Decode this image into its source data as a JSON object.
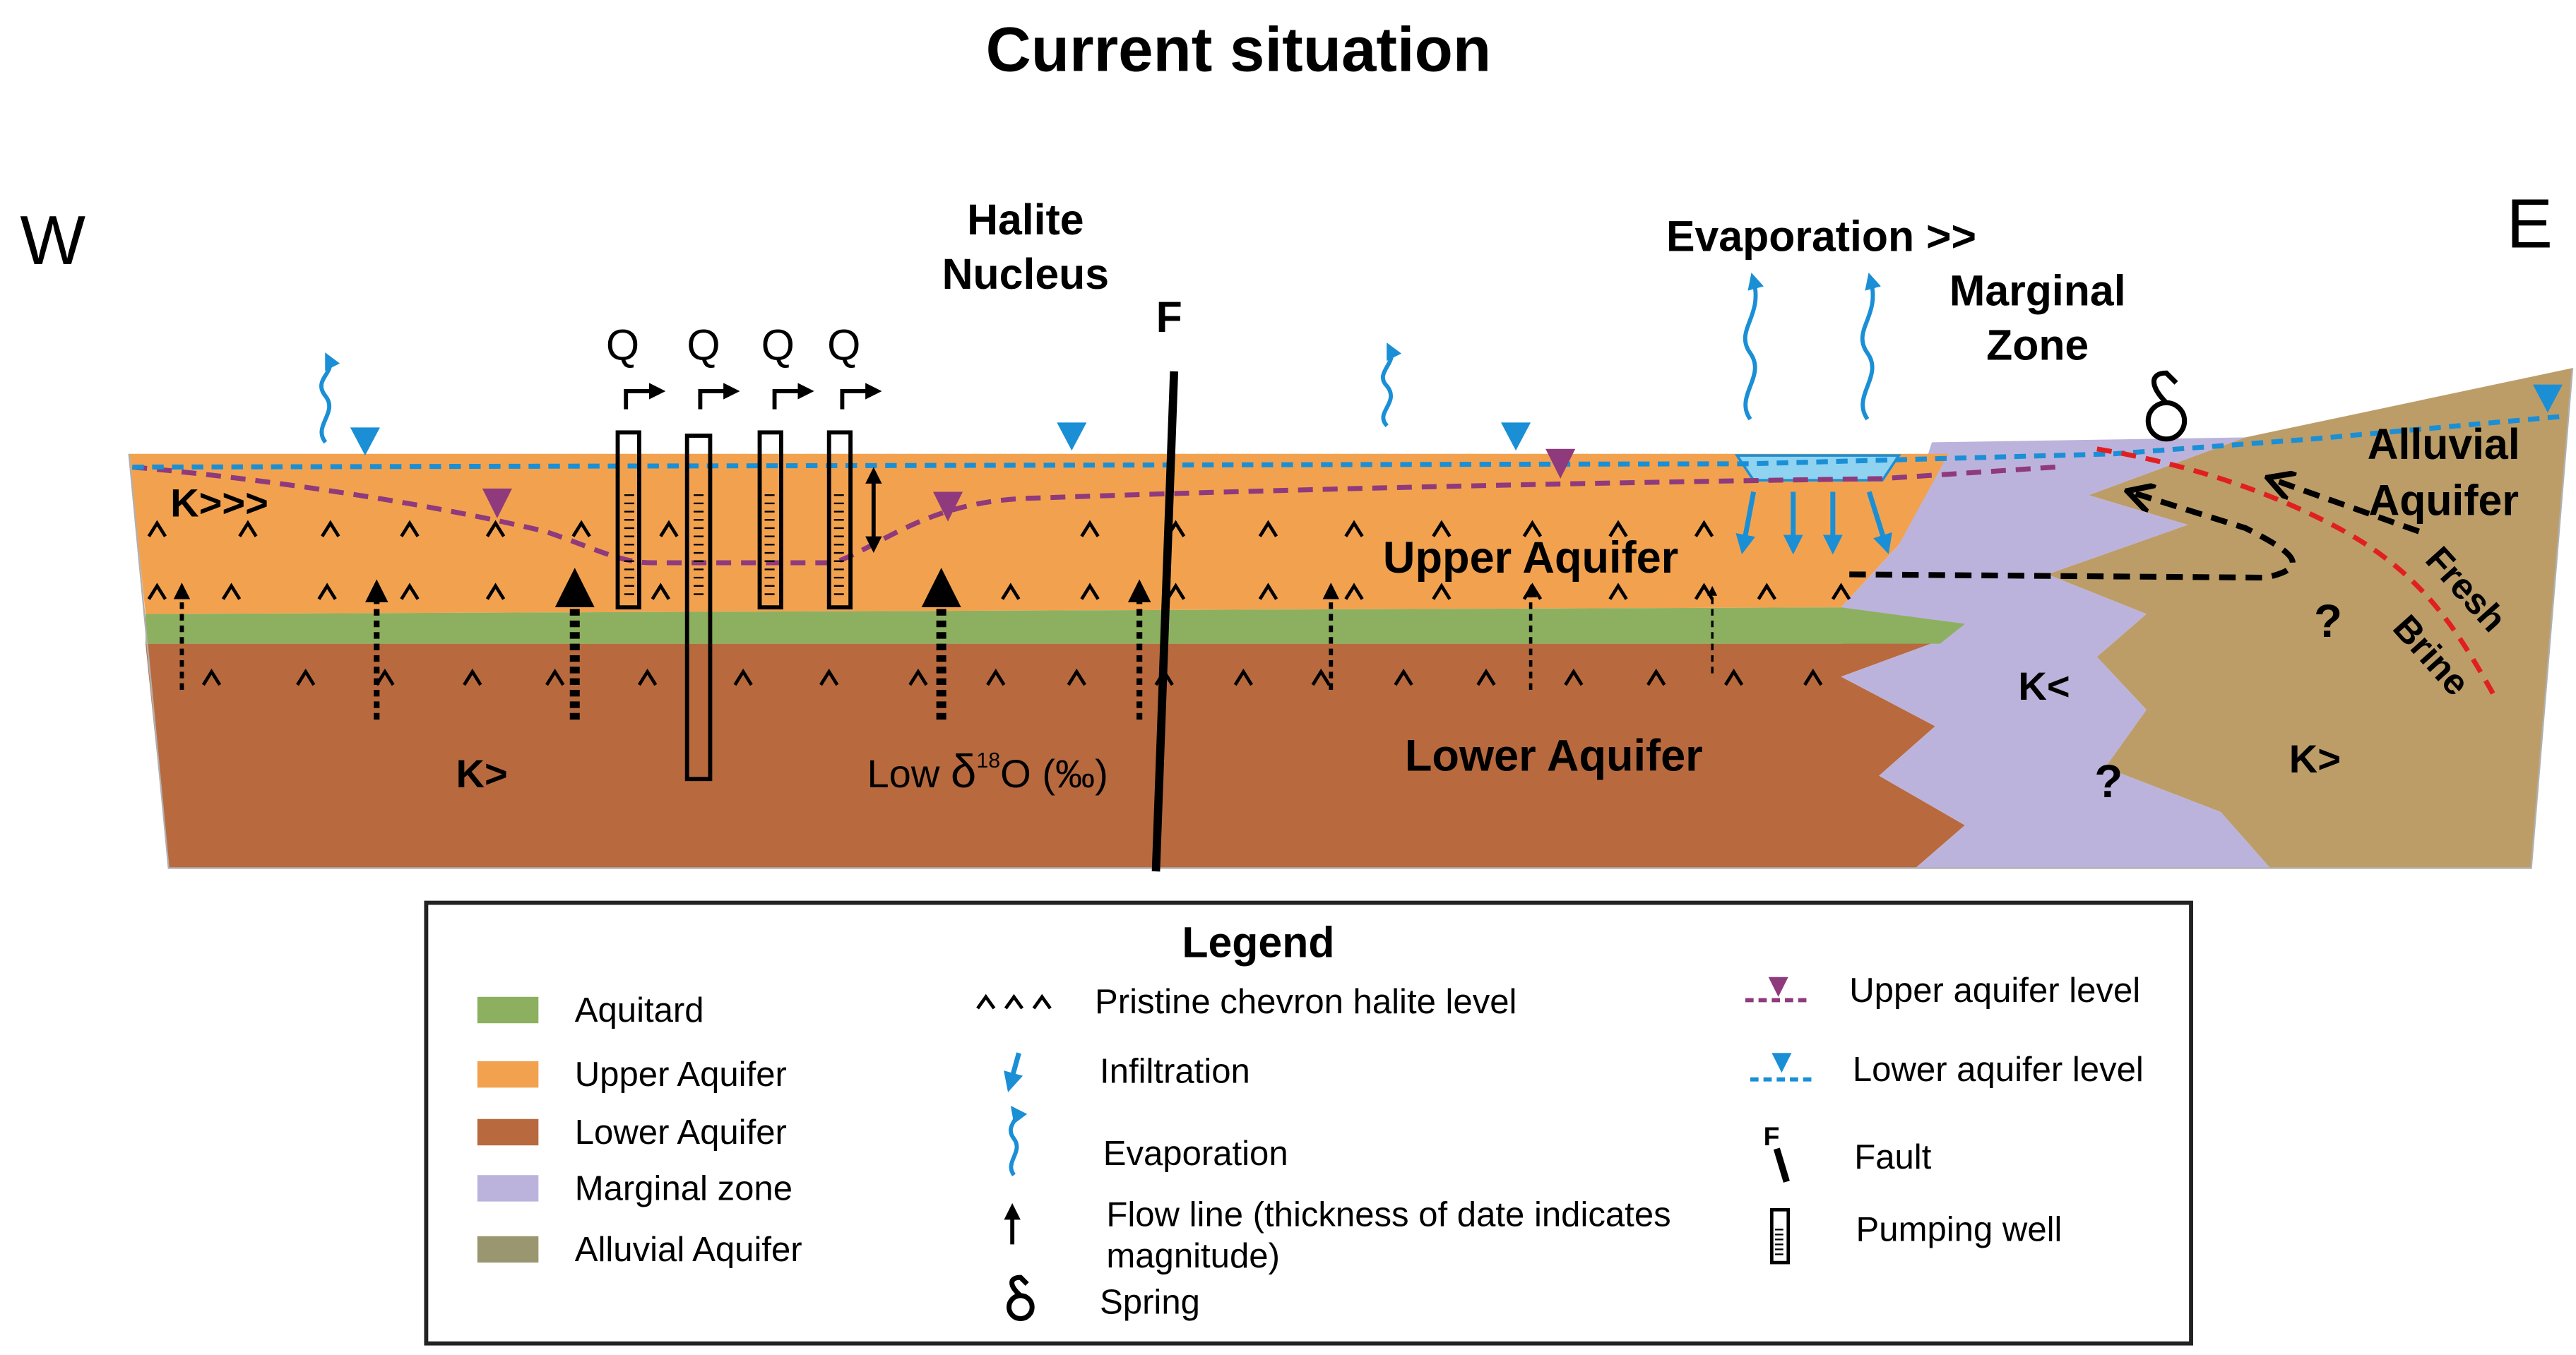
{
  "title": "Current situation",
  "directions": {
    "west": "W",
    "east": "E"
  },
  "labels": {
    "halite_1": "Halite",
    "halite_2": "Nucleus",
    "fault": "F",
    "evaporation": "Evaporation >>",
    "marginal_1": "Marginal",
    "marginal_2": "Zone",
    "alluvial_1": "Alluvial",
    "alluvial_2": "Aquifer",
    "fresh": "Fresh",
    "brine": "Brine",
    "upper_aquifer": "Upper Aquifer",
    "lower_aquifer": "Lower Aquifer",
    "k_gg": "K>>>",
    "k_g": "K>",
    "k_l": "K<",
    "k_g_east": "K>",
    "question": "?",
    "q": "Q",
    "low_prefix": "Low ",
    "low_delta": "δ",
    "low_sup": "18",
    "low_suffix": "O (‰)"
  },
  "legend": {
    "title": "Legend",
    "swatches": [
      {
        "label": "Aquitard",
        "color": "#8db060"
      },
      {
        "label": "Upper Aquifer",
        "color": "#f2a24f"
      },
      {
        "label": "Lower Aquifer",
        "color": "#b86a3e"
      },
      {
        "label": "Marginal zone",
        "color": "#bcb3dc"
      },
      {
        "label": "Alluvial Aquifer",
        "color": "#9a9670"
      }
    ],
    "symbols": {
      "halite": "Pristine chevron halite level",
      "infiltration": "Infiltration",
      "evaporation": "Evaporation",
      "flow_1": "Flow line (thickness of date indicates",
      "flow_2": "magnitude)",
      "spring": "Spring",
      "upper_level": "Upper aquifer level",
      "lower_level": "Lower aquifer level",
      "fault": "Fault",
      "pumping": "Pumping well",
      "fault_letter": "F"
    }
  },
  "colors": {
    "upper": "#f2a24f",
    "aquitard": "#8db060",
    "lower": "#b86a3e",
    "marginal": "#bcb3dc",
    "alluvial": "#bc9d68",
    "water_blue": "#1a8fd6",
    "purple": "#8e3a7c",
    "red": "#e02020"
  }
}
